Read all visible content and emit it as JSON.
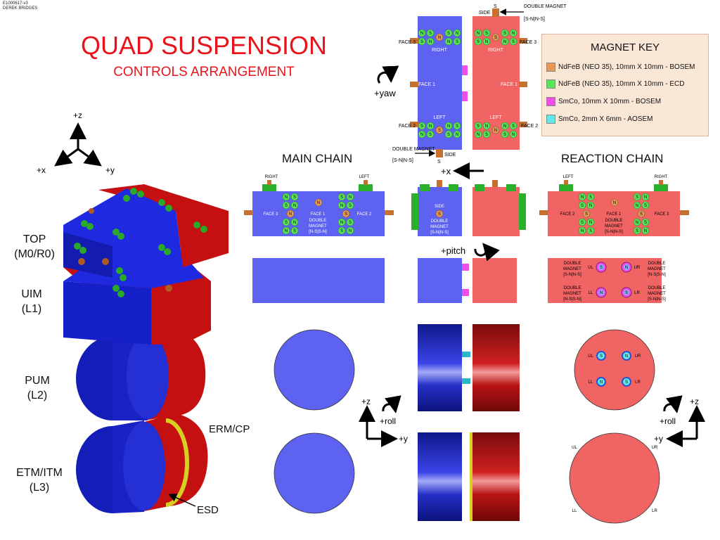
{
  "doc_id": [
    "E1000617-v3",
    "DEREK BRIDGES"
  ],
  "title": "QUAD SUSPENSION",
  "subtitle": "CONTROLS ARRANGEMENT",
  "main_chain_label": "MAIN CHAIN",
  "reaction_chain_label": "REACTION CHAIN",
  "axes": {
    "z": "+z",
    "x": "+x",
    "y": "+y"
  },
  "levels": [
    {
      "name": "TOP",
      "code": "(M0/R0)"
    },
    {
      "name": "UIM",
      "code": "(L1)"
    },
    {
      "name": "PUM",
      "code": "(L2)"
    },
    {
      "name": "ETM/ITM",
      "code": "(L3)"
    }
  ],
  "callouts": {
    "erm": "ERM/CP",
    "esd": "ESD"
  },
  "motions": {
    "yaw": "+yaw",
    "pitch": "+pitch",
    "roll": "+roll",
    "x": "+x"
  },
  "magnet_key": {
    "title": "MAGNET KEY",
    "items": [
      {
        "label": "NdFeB (NEO 35), 10mm X 10mm - BOSEM",
        "color": "#e49a5a"
      },
      {
        "label": "NdFeB (NEO 35), 10mm X 10mm - ECD",
        "color": "#5ce35c"
      },
      {
        "label": "SmCo, 10mm X 10mm - BOSEM",
        "color": "#ee4fe8"
      },
      {
        "label": "SmCo, 2mm X 6mm - AOSEM",
        "color": "#63e7ea"
      }
    ]
  },
  "colors": {
    "main": "#5d62f0",
    "reaction": "#f06464",
    "iso_blue": "#1520c8",
    "iso_red": "#c41010",
    "title_red": "#e8141c"
  },
  "top_view": {
    "double_magnet": "DOUBLE MAGNET",
    "s_nns": "[S-N|N-S]",
    "side": "SIDE",
    "s": "S",
    "face3": "FACE 3",
    "face1": "FACE 1",
    "face2": "FACE 2",
    "right": "RIGHT",
    "left": "LEFT"
  },
  "front_view": {
    "right": "RIGHT",
    "left": "LEFT",
    "face1": "FACE 1",
    "face2": "FACE 2",
    "face3": "FACE 3",
    "double_magnet": "DOUBLE",
    "magnet": "MAGNET",
    "n_ssn": "[N-S|S-N]",
    "side": "SIDE",
    "s_nns": "[S-N|N-S]"
  },
  "uim_reaction": {
    "double": "DOUBLE",
    "magnet": "MAGNET",
    "ul_code": "[S-N|N-S]",
    "ur_code": "[N-S|S-N]",
    "ll_code": "[N-S|S-N]",
    "lr_code": "[S-N|N-S]",
    "ul": "UL",
    "ur": "UR",
    "ll": "LL",
    "lr": "LR"
  },
  "pum_reaction": {
    "ul": "UL",
    "ur": "UR",
    "ll": "LL",
    "lr": "LR"
  },
  "test_reaction": {
    "ul": "UL",
    "ur": "UR",
    "ll": "LL",
    "lr": "LR"
  },
  "pole": {
    "n": "N",
    "s": "S"
  }
}
